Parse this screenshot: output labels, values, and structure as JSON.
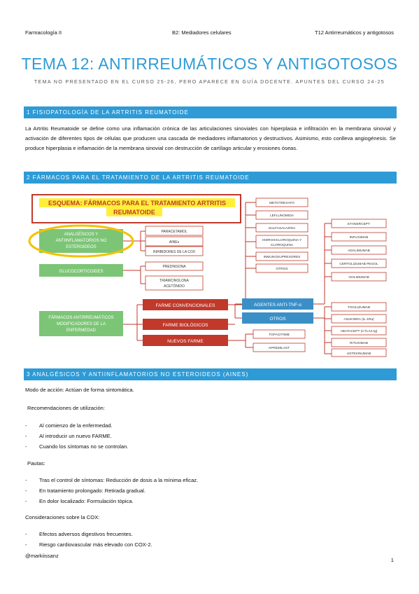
{
  "header": {
    "left": "Farmacología II",
    "center": "B2: Mediadores celulares",
    "right": "T12 Antirreumáticos y antigotosos"
  },
  "title": "TEMA 12: ANTIRREUMÁTICOS Y ANTIGOTOSOS",
  "subtitle": "TEMA NO PRESENTADO EN EL CURSO 25-26, PERO APARECE EN GUÍA DOCENTE. APUNTES DEL CURSO 24-25",
  "section1": {
    "heading": "1 FISIOPATOLOGÍA DE LA ARTRITIS REUMATOIDE",
    "text": "La Artritis Reumatoide se define como una inflamación crónica de las articulaciones sinoviales con hiperplasia e infiltración en la membrana sinovial y activación de diferentes tipos de células que producen una cascada de mediadores inflamatorios y destructivos. Asimismo, esto conlleva angiogénesis. Se produce hiperplasia e inflamación de la membrana sinovial con destrucción de cartílago articular y erosiones óseas."
  },
  "section2": {
    "heading": "2 FÁRMACOS PARA EL TRATAMIENTO DE LA ARTRITIS REUMATOIDE",
    "diagram": {
      "title_line1": "ESQUEMA: FÁRMACOS PARA EL TRATAMIENTO ARTRITIS",
      "title_line2": "REUMATOIDE",
      "aines_group_l1": "ANALGÉSICOS Y",
      "aines_group_l2": "ANTIINFLAMATORIOS NO",
      "aines_group_l3": "ESTEROIDEOS",
      "paracetamol": "PARACETAMOL",
      "aines": "AINEs",
      "cox": "INHIBIDORES DE LA COX",
      "gluco": "GLUCOCORTICOIDES",
      "prednisona": "PREDNISONA",
      "triam_l1": "TRIAMCINOLONA",
      "triam_l2": "ACETÓNIDO",
      "fame_l1": "FÁRMACOS ANTIRREUMÁTICOS",
      "fame_l2": "MODIFICADORES DE LA",
      "fame_l3": "ENFERMEDAD",
      "farme_conv": "FARME CONVENCIONALES",
      "farme_bio": "FARME BIOLÓGICOS",
      "nuevos": "NUEVOS FARME",
      "metotrexato": "METOTREXATO",
      "leflunomida": "LEFLUNOMIDA",
      "sulfasalazina": "SULFASALAZINA",
      "hidroxi_l1": "HIDROXICLOROQUINA Y",
      "hidroxi_l2": "CLOROQUINA",
      "inmuno": "INMUNOSUPRESORES",
      "otros_conv": "OTROS",
      "anti_tnf": "AGENTES ANTI-TNF-α",
      "otros_bio": "OTROS",
      "tofacitinib": "TOFACITINIB",
      "apremilast": "APREMILAST",
      "etanercept": "ETANERCEPT",
      "infliximab": "INFLIXIMAB",
      "adalimumab": "ADALIMUMAB",
      "certolizumab": "CERTOLIZUMAB PEGOL",
      "golimumab": "GOLIMUMAB",
      "tocilizumab": "TOCILIZUMAB",
      "anakinra": "ANAKINRA (IL-1Ra)",
      "abatacept": "ABATACEPT (CTLA4-Ig)",
      "rituximab": "RITUXIMAB",
      "ustekinumab": "USTEKINUMAB"
    }
  },
  "section3": {
    "heading": "3 ANALGÉSICOS Y ANTIINFLAMATORIOS NO ESTEROIDEOS (AINES)",
    "modo": "Modo de acción: Actúan de forma sintomática.",
    "reco_label": "Recomendaciones de utilización:",
    "reco_items": [
      "Al comienzo de la enfermedad.",
      "Al introducir un nuevo FARME.",
      "Cuando los síntomas no se controlan."
    ],
    "pautas_label": "Pautas:",
    "pautas_items": [
      "Tras el control de síntomas: Reducción de dosis a la mínima eficaz.",
      "En tratamiento prolongado: Retirada gradual.",
      "En dolor localizado: Formulación tópica."
    ],
    "cox_label": "Consideraciones sobre la COX:",
    "cox_items": [
      "Efectos adversos digestivos frecuentes.",
      "Riesgo cardiovascular más elevado con COX-2."
    ]
  },
  "footer": {
    "author": "@markiissanz",
    "page": "1"
  }
}
